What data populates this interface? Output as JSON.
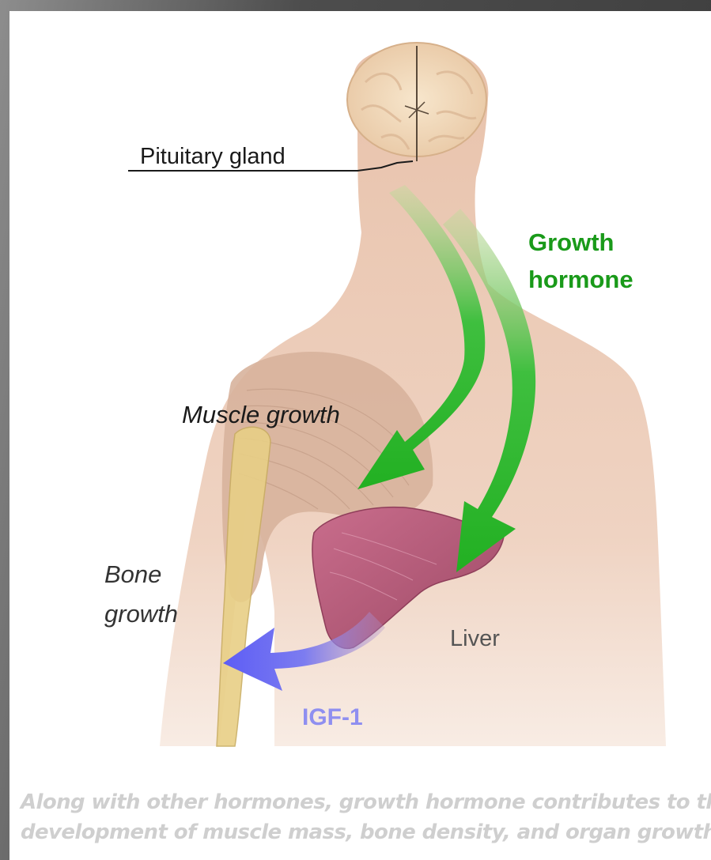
{
  "labels": {
    "pituitary_gland": "Pituitary gland",
    "growth_hormone_line1": "Growth",
    "growth_hormone_line2": "hormone",
    "muscle_growth": "Muscle growth",
    "bone_growth_line1": "Bone",
    "bone_growth_line2": "growth",
    "liver": "Liver",
    "igf1": "IGF-1"
  },
  "caption": {
    "line1": "Along with other hormones, growth hormone contributes to the",
    "line2": "development of muscle mass, bone density, and organ growth."
  },
  "colors": {
    "skin": "#ecc9b3",
    "growth_hormone_arrow": "#2bb52b",
    "igf1_arrow": "#6d6df2",
    "liver": "#b55a78",
    "muscle": "#d9b9a3",
    "bone": "#ead28a"
  },
  "icons": {
    "brain": "brain-icon",
    "liver": "liver-icon"
  }
}
